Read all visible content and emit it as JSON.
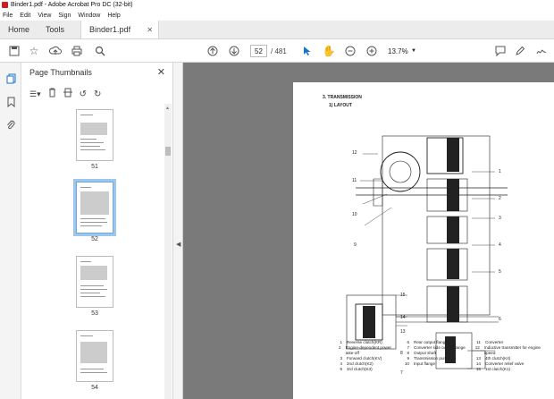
{
  "window": {
    "title": "Binder1.pdf - Adobe Acrobat Pro DC (32-bit)"
  },
  "menu": [
    "File",
    "Edit",
    "View",
    "Sign",
    "Window",
    "Help"
  ],
  "tabs": {
    "home": "Home",
    "tools": "Tools",
    "document": "Binder1.pdf"
  },
  "toolbar": {
    "current_page": "52",
    "page_count": "/ 481",
    "zoom": "13.7%"
  },
  "panel": {
    "title": "Page Thumbnails",
    "thumbnails": [
      {
        "label": "51",
        "selected": false
      },
      {
        "label": "52",
        "selected": true
      },
      {
        "label": "53",
        "selected": false
      },
      {
        "label": "54",
        "selected": false
      }
    ]
  },
  "document": {
    "heading": "3. TRANSMISSION",
    "subheading": "1) LAYOUT",
    "callouts": [
      "1",
      "2",
      "3",
      "4",
      "5",
      "6",
      "7",
      "8",
      "9",
      "10",
      "11",
      "12",
      "13",
      "14",
      "15"
    ],
    "legend": [
      {
        "num": "1",
        "text": "Reverse clutch(KR)"
      },
      {
        "num": "2",
        "text": "Engine-dependent power take-off"
      },
      {
        "num": "3",
        "text": "Forward clutch(KV)"
      },
      {
        "num": "4",
        "text": "2nd clutch(K2)"
      },
      {
        "num": "5",
        "text": "3rd clutch(K3)"
      },
      {
        "num": "6",
        "text": "Rear output flange"
      },
      {
        "num": "7",
        "text": "Converter side output flange"
      },
      {
        "num": "8",
        "text": "Output shaft"
      },
      {
        "num": "9",
        "text": "Transmission pump"
      },
      {
        "num": "10",
        "text": "Input flange"
      },
      {
        "num": "11",
        "text": "Converter"
      },
      {
        "num": "12",
        "text": "Inductive transmitter for engine speed"
      },
      {
        "num": "13",
        "text": "4th clutch(K4)"
      },
      {
        "num": "14",
        "text": "Converter relief valve"
      },
      {
        "num": "15",
        "text": "1st clutch(K1)"
      }
    ]
  },
  "colors": {
    "accent": "#1a73c9",
    "viewer_bg": "#7a7a7a",
    "selected_thumb": "#9ec5ea"
  }
}
